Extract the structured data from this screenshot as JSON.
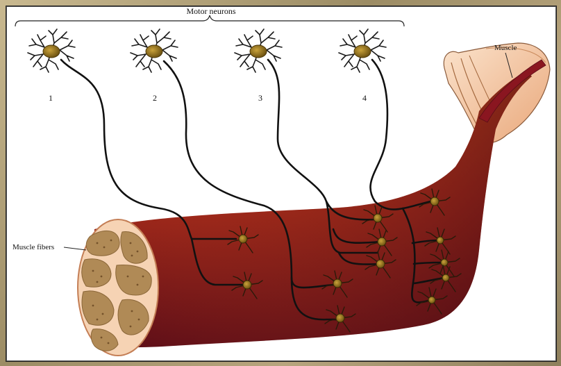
{
  "diagram": {
    "group_label": "Motor neurons",
    "neuron_numbers": [
      "1",
      "2",
      "3",
      "4"
    ],
    "muscle_label": "Muscle",
    "fibers_label": "Muscle fibers"
  },
  "colors": {
    "muscle_light": "#c8461c",
    "muscle_dark": "#6e0f1c",
    "soma": "#9b7a1c",
    "cross_section_fill": "#f6d3b4",
    "fascicle": "#b08a56",
    "axon": "#111111"
  }
}
